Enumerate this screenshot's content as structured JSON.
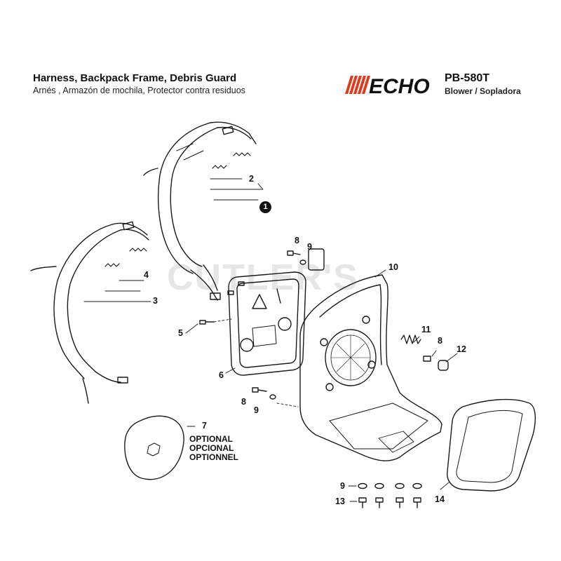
{
  "header": {
    "title": "Harness, Backpack Frame, Debris Guard",
    "subtitle": "Arnés , Armazón de mochila, Protector contra residuos",
    "brand": "ECHO",
    "model": "PB-580T",
    "model_sub": "Blower / Sopladora"
  },
  "watermark": "CUTLER'S",
  "callouts": {
    "c1": "1",
    "c2": "2",
    "c3": "3",
    "c4": "4",
    "c5": "5",
    "c6": "6",
    "c7": "7",
    "c8a": "8",
    "c8b": "8",
    "c8c": "8",
    "c9a": "9",
    "c9b": "9",
    "c9c": "9",
    "c10": "10",
    "c11": "11",
    "c12": "12",
    "c13": "13",
    "c14": "14"
  },
  "optional_note": [
    "OPTIONAL",
    "OPCIONAL",
    "OPTIONNEL"
  ],
  "colors": {
    "brand_red": "#e03a1e",
    "line": "#1a1a1a",
    "watermark": "#d9d9d9"
  }
}
